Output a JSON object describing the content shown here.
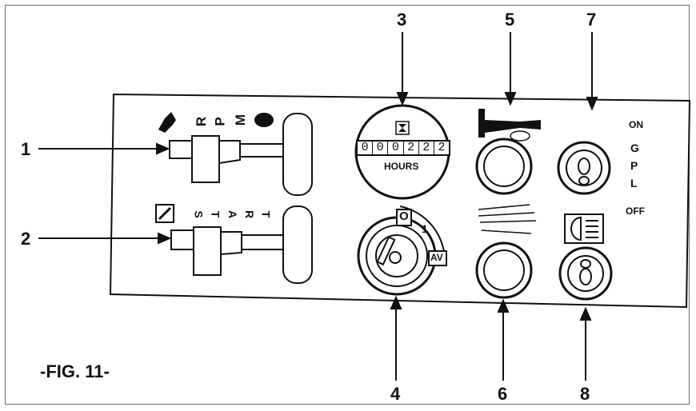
{
  "figure": {
    "caption": "-FIG. 11-"
  },
  "callouts": [
    "1",
    "2",
    "3",
    "4",
    "5",
    "6",
    "7",
    "8"
  ],
  "rpm_label": [
    "R",
    "P",
    "M"
  ],
  "start_label": [
    "S",
    "T",
    "A",
    "R",
    "T"
  ],
  "hour_meter": {
    "digits": [
      "0",
      "0",
      "0",
      "2",
      "2",
      "2"
    ],
    "label": "HOURS"
  },
  "key_switch": {
    "positions": [
      "O",
      "1",
      "AV"
    ]
  },
  "gpl_switch": {
    "on": "ON",
    "letters": [
      "G",
      "P",
      "L"
    ],
    "off": "OFF"
  },
  "icons": [
    "rabbit-icon",
    "turtle-icon",
    "choke-icon",
    "hourglass-icon",
    "horn-icon",
    "warning-lamp-icon",
    "headlight-icon"
  ]
}
